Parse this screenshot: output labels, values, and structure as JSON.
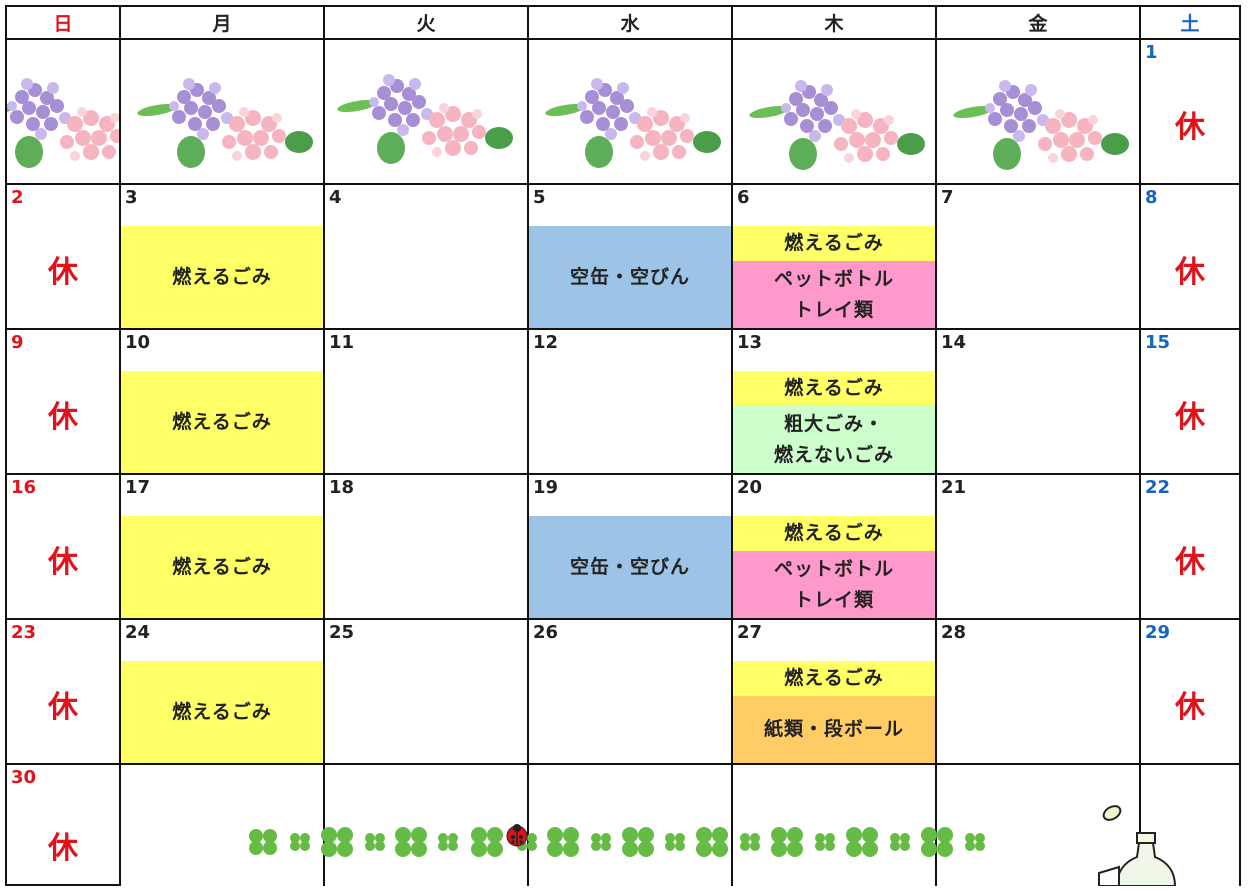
{
  "weekdays": [
    "日",
    "月",
    "火",
    "水",
    "木",
    "金",
    "土"
  ],
  "holiday_mark": "休",
  "days": {
    "d1": "1",
    "d2": "2",
    "d3": "3",
    "d4": "4",
    "d5": "5",
    "d6": "6",
    "d7": "7",
    "d8": "8",
    "d9": "9",
    "d10": "10",
    "d11": "11",
    "d12": "12",
    "d13": "13",
    "d14": "14",
    "d15": "15",
    "d16": "16",
    "d17": "17",
    "d18": "18",
    "d19": "19",
    "d20": "20",
    "d21": "21",
    "d22": "22",
    "d23": "23",
    "d24": "24",
    "d25": "25",
    "d26": "26",
    "d27": "27",
    "d28": "28",
    "d29": "29",
    "d30": "30"
  },
  "collection": {
    "burnable": "燃えるごみ",
    "cans_bottles": "空缶・空びん",
    "pet_line1": "ペットボトル",
    "pet_line2": "トレイ類",
    "bulky_line1": "粗大ごみ・",
    "bulky_line2": "燃えないごみ",
    "paper": "紙類・段ボール"
  },
  "colors": {
    "burnable": "#ffff66",
    "cans_bottles": "#9dc3e6",
    "pet": "#ff99cc",
    "bulky": "#ccffcc",
    "paper": "#ffcc66",
    "sunday": "#e0121b",
    "saturday": "#1565c0"
  },
  "decorations": {
    "row1": "hydrangea-icon",
    "bottom": "clover-icon",
    "ladybug": "ladybug-icon",
    "corner": "bottle-icon"
  }
}
